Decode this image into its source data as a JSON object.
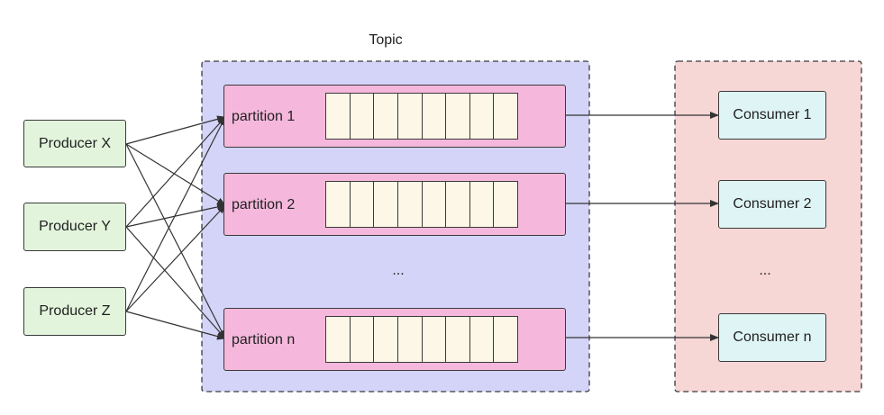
{
  "topic": {
    "label": "Topic"
  },
  "producers": [
    {
      "label": "Producer X"
    },
    {
      "label": "Producer Y"
    },
    {
      "label": "Producer Z"
    }
  ],
  "partitions": [
    {
      "label": "partition 1"
    },
    {
      "label": "partition 2"
    },
    {
      "label": "partition n"
    }
  ],
  "partition_ellipsis": "...",
  "consumers": [
    {
      "label": "Consumer 1"
    },
    {
      "label": "Consumer 2"
    },
    {
      "label": "Consumer n"
    }
  ],
  "consumer_ellipsis": "...",
  "colors": {
    "topic_fill": "#d4d4f8",
    "consumer_group_fill": "#f7d6d6",
    "producer_fill": "#e2f5dc",
    "partition_fill": "#f5b8dc",
    "cell_fill": "#fcf7e6",
    "consumer_fill": "#dff4f4",
    "stroke": "#3a3a3a"
  }
}
